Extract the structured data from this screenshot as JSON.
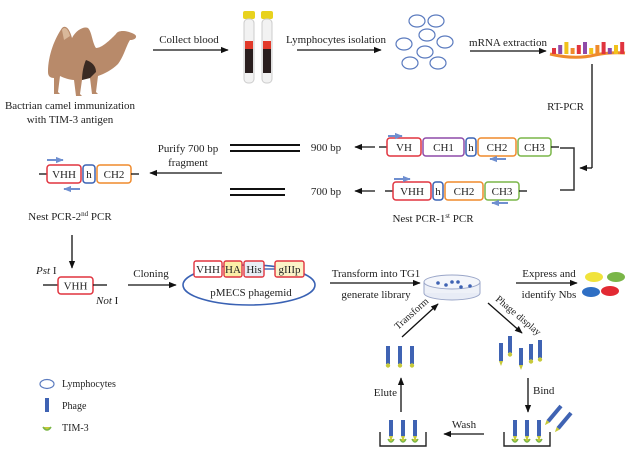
{
  "colors": {
    "vh": "#e0343f",
    "ch1": "#8e4aa8",
    "hinge": "#3a62b4",
    "ch2": "#ef8a2c",
    "ch3": "#7ab648",
    "primer": "#6f8fd0",
    "lymphocyte": "#5b7bbf",
    "phage": "#3f63b3",
    "tim3": "#c7c93a",
    "arrow": "#111111",
    "ha_fill": "#fbeea8",
    "his_fill": "#e9eef6",
    "giiip_fill": "#fbf3c8",
    "nb_colors": [
      "#f1e33b",
      "#7ab648",
      "#2f6fc4",
      "#e22a33"
    ]
  },
  "step1": {
    "camel_caption_line1": "Bactrian camel immunization",
    "camel_caption_line2": "with TIM-3 antigen",
    "collect_blood": "Collect blood",
    "lymphocytes_isolation": "Lymphocytes isolation",
    "mrna_extraction": "mRNA extraction",
    "rt_pcr": "RT-PCR"
  },
  "pcr1": {
    "top_construct": [
      "VH",
      "CH1",
      "h",
      "CH2",
      "CH3"
    ],
    "bottom_construct": [
      "VHH",
      "h",
      "CH2",
      "CH3"
    ],
    "caption_prefix": "Nest PCR-1",
    "caption_sup": "st",
    "caption_suffix": " PCR",
    "band_900": "900 bp",
    "band_700": "700 bp"
  },
  "purify": {
    "line1": "Purify 700 bp",
    "line2": "fragment"
  },
  "pcr2": {
    "construct": [
      "VHH",
      "h",
      "CH2"
    ],
    "caption_prefix": "Nest PCR-2",
    "caption_sup": "nd",
    "caption_suffix": " PCR"
  },
  "cloning": {
    "pst": "Pst",
    "pst_suffix": " I",
    "vhh": "VHH",
    "not": "Not",
    "not_suffix": " I",
    "cloning_label": "Cloning",
    "phagemid_segments": [
      "VHH",
      "HA",
      "His",
      "gIIIp"
    ],
    "phagemid_label": "pMECS phagemid"
  },
  "library": {
    "line1": "Transform into TG1",
    "line2": "generate library",
    "express_line1": "Express and",
    "express_line2": "identify Nbs"
  },
  "panning": {
    "transform": "Transform",
    "phage_display": "Phage display",
    "bind": "Bind",
    "wash": "Wash",
    "elute": "Elute"
  },
  "legend": {
    "items": [
      {
        "icon": "lymphocyte-icon",
        "label": "Lymphocytes"
      },
      {
        "icon": "phage-icon",
        "label": "Phage"
      },
      {
        "icon": "tim3-icon",
        "label": "TIM-3"
      }
    ]
  }
}
